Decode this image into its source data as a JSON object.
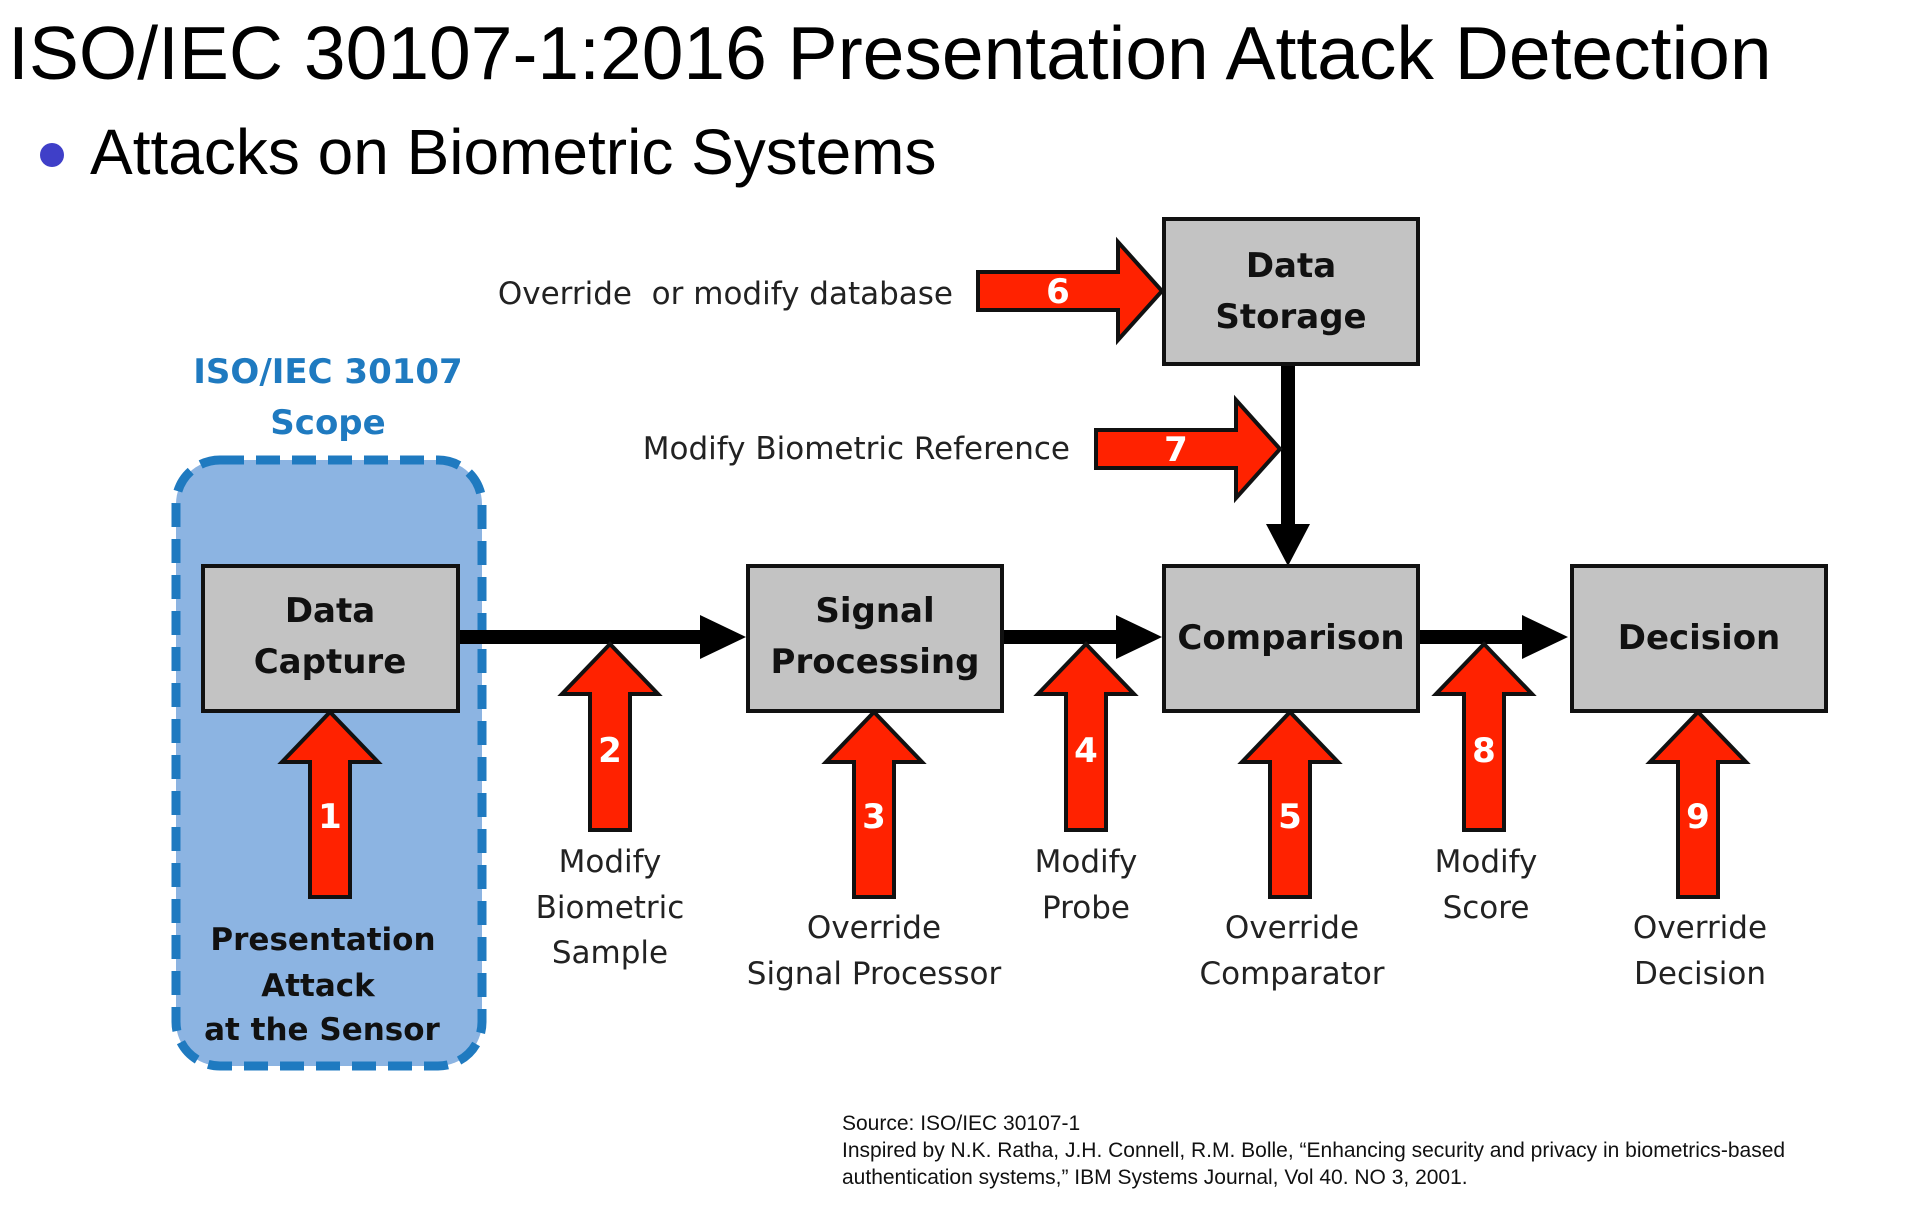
{
  "title": "ISO/IEC 30107-1:2016 Presentation Attack Detection",
  "bullet": "Attacks on Biometric Systems",
  "scope": {
    "line1": "ISO/IEC 30107",
    "line2": "Scope"
  },
  "boxes": {
    "data_capture": [
      "Data",
      "Capture"
    ],
    "signal_processing": [
      "Signal",
      "Processing"
    ],
    "comparison": "Comparison",
    "decision": "Decision",
    "data_storage": [
      "Data",
      "Storage"
    ]
  },
  "attacks": [
    {
      "number": "1",
      "label": [
        "Presentation",
        "Attack",
        "at the Sensor"
      ]
    },
    {
      "number": "2",
      "label": [
        "Modify",
        "Biometric",
        "Sample"
      ]
    },
    {
      "number": "3",
      "label": [
        "Override",
        "Signal Processor"
      ]
    },
    {
      "number": "4",
      "label": [
        "Modify",
        "Probe"
      ]
    },
    {
      "number": "5",
      "label": [
        "Override",
        "Comparator"
      ]
    },
    {
      "number": "6",
      "label": [
        "Override  or modify database"
      ]
    },
    {
      "number": "7",
      "label": [
        "Modify Biometric Reference"
      ]
    },
    {
      "number": "8",
      "label": [
        "Modify",
        "Score"
      ]
    },
    {
      "number": "9",
      "label": [
        "Override",
        "Decision"
      ]
    }
  ],
  "source": [
    "Source: ISO/IEC 30107-1",
    "Inspired by  N.K. Ratha, J.H. Connell, R.M. Bolle, “Enhancing security and privacy in biometrics-based",
    "authentication systems,” IBM Systems Journal, Vol 40. NO 3, 2001."
  ],
  "colors": {
    "arrow_fill": "#ff2200",
    "arrow_stroke": "#111111",
    "box_fill": "#c3c3c3",
    "scope_fill": "#8cb4e2",
    "scope_border": "#1f7ac0",
    "scope_text": "#1f7ac0",
    "bullet": "#3f3fc8"
  }
}
